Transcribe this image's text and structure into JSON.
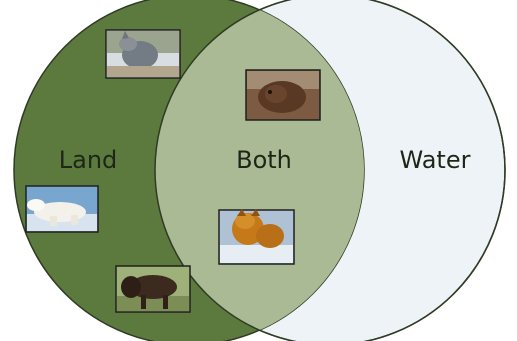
{
  "diagram": {
    "labels": {
      "land": "Land",
      "both": "Both",
      "water": "Water"
    },
    "colors": {
      "land_fill": "#5c7a3e",
      "overlap_fill": "#a9ba94",
      "water_fill": "#eef3f8",
      "outline": "#2f3b24",
      "text_dark": "#1e2618",
      "text_light": "#eef3ea"
    },
    "photos": [
      {
        "icon": "wolf-photo",
        "region": "land"
      },
      {
        "icon": "polar-bear-photo",
        "region": "land"
      },
      {
        "icon": "bison-photo",
        "region": "land"
      },
      {
        "icon": "beaver-photo",
        "region": "both"
      },
      {
        "icon": "bear-fishing-photo",
        "region": "both"
      }
    ]
  }
}
